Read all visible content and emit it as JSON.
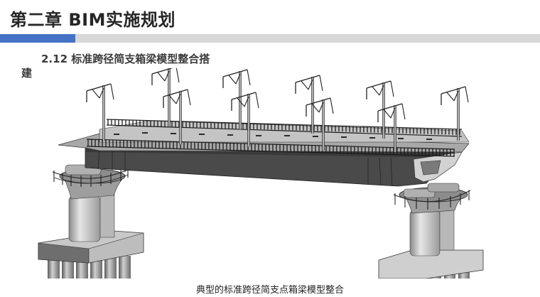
{
  "header": {
    "chapter_title": "第二章  BIM实施规划",
    "progress_fraction": 0.14,
    "accent_color": "#4472c4",
    "track_color": "#d8d8d8"
  },
  "section": {
    "number": "2.12",
    "title_line1": "2.12  标准跨径简支箱梁模型整合搭",
    "title_line2": "建"
  },
  "figure": {
    "description": "BIM model of a standard-span simply supported box girder bridge with catenary masts, railings, piers and pile foundations",
    "caption": "典型的标准跨径简支点箱梁模型整合"
  }
}
